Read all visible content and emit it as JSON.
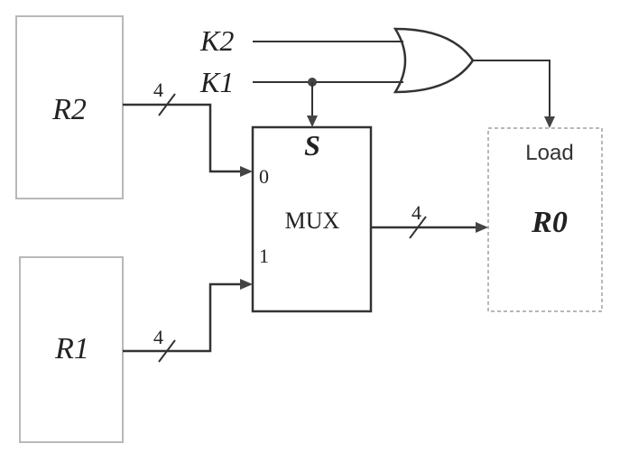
{
  "registers": {
    "r2": "R2",
    "r1": "R1",
    "r0": "R0"
  },
  "signals": {
    "k2": "K2",
    "k1": "K1"
  },
  "mux": {
    "title": "MUX",
    "select": "S",
    "input0": "0",
    "input1": "1"
  },
  "load": "Load",
  "bus_widths": {
    "r2_bus": "4",
    "r1_bus": "4",
    "out_bus": "4"
  }
}
